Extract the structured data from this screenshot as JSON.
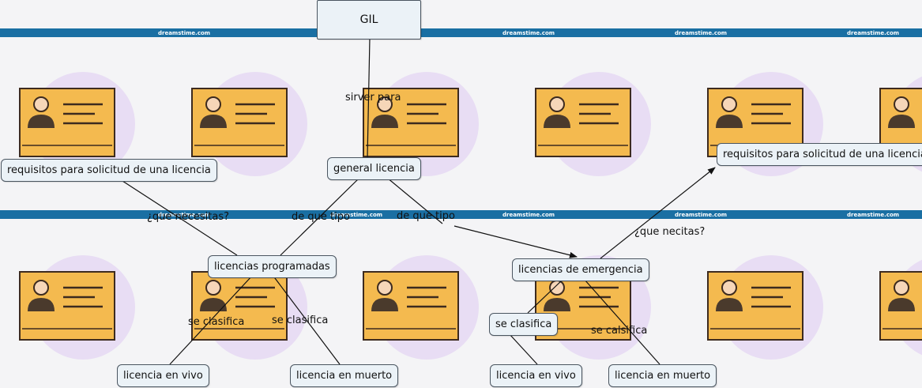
{
  "background": {
    "watermark_text": "dreamstime.com",
    "strip_color": "#1a6fa3",
    "card_color": "#f4ba4f",
    "circle_color": "#e8ddf4"
  },
  "nodes": {
    "root": "GIL",
    "general": "general licencia",
    "requisitos_left": "requisitos para solicitud de una licencia",
    "requisitos_right": "requisitos para solicitud de una licencia",
    "programadas": "licencias programadas",
    "emergencia": "licencias de emergencia",
    "vivo_left": "licencia en vivo",
    "muerto_left": "licencia en muerto",
    "vivo_right": "licencia en vivo",
    "muerto_right": "licencia en muerto",
    "se_clasifica_box": "se clasifica"
  },
  "labels": {
    "sirver_para": "sirver para",
    "que_necesitas": "¿que necesitas?",
    "de_que_tipo_1": "de que tipo",
    "de_que_tipo_2": "de que tipo",
    "que_necitas": "¿que necitas?",
    "se_clasifica_1": "se clasifica",
    "se_clasifica_2": "se clasifica",
    "se_calsifica": "se calsifica"
  }
}
